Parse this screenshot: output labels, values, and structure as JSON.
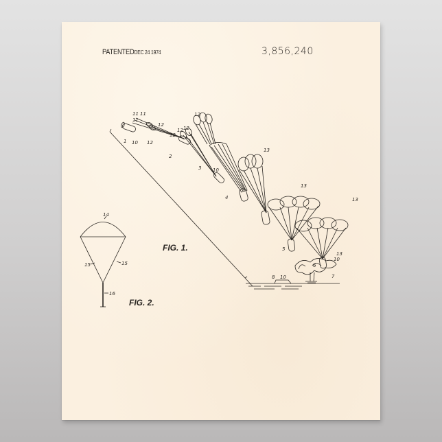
{
  "poster": {
    "header": {
      "patented_label": "PATENTED",
      "patented_date": "DEC 24 1974",
      "patent_number": "3,856,240"
    },
    "figures": [
      {
        "label": "FIG. 1."
      },
      {
        "label": "FIG. 2."
      }
    ],
    "fig1_stage_numbers": [
      "1",
      "2",
      "3",
      "4",
      "5",
      "6",
      "7"
    ],
    "reference_numerals": {
      "canister": "10",
      "drogue_line": "11",
      "drogue_chute": "12",
      "main_chute": "13",
      "canopy": "14",
      "shroud_lines": "15",
      "riser": "16",
      "water": "8"
    },
    "colors": {
      "paper": "#fbf0e0",
      "ink": "#2a2622",
      "background": "#d0cfcf"
    }
  }
}
